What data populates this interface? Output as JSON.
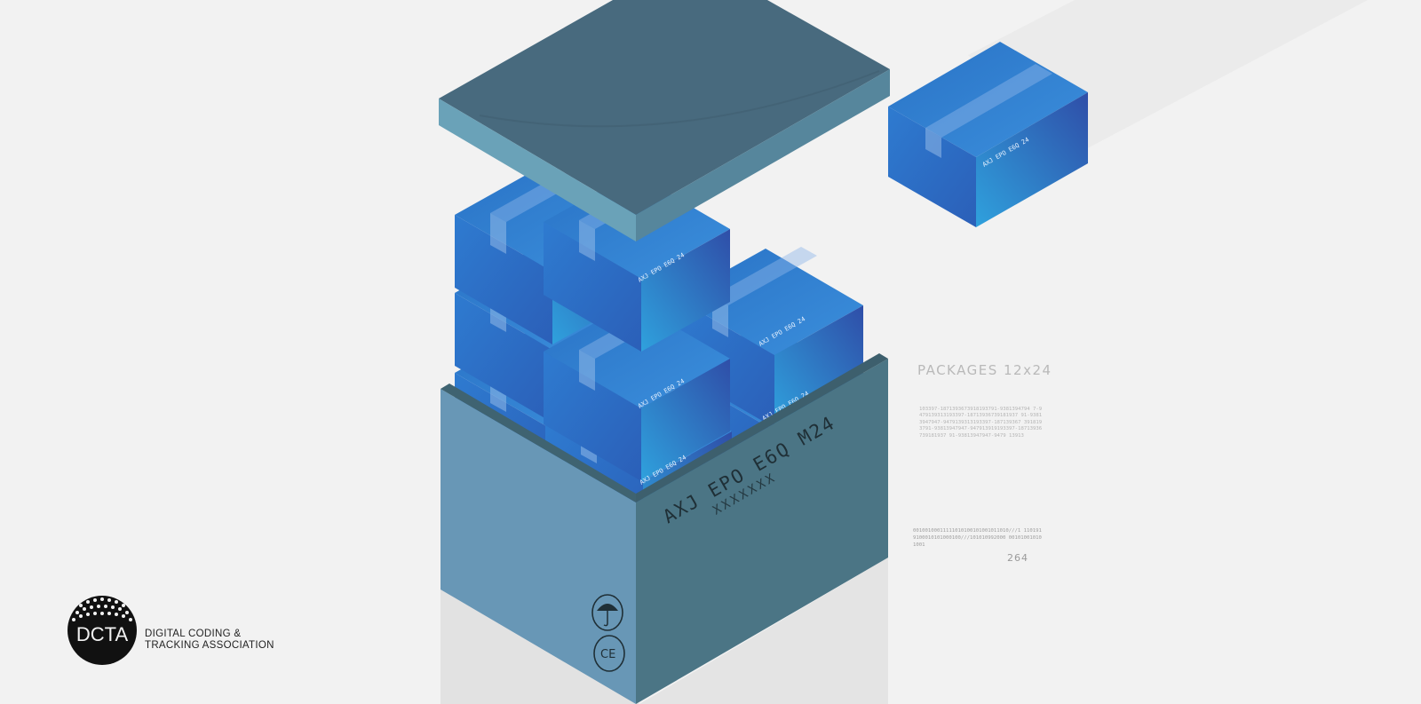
{
  "panel": {
    "title": "PACKAGES 12x24",
    "codes": "103397-1871393673918193791-9381394794 7-9479139313193397-18713936739181937 91-93813947947-9479139313193397-187139367 3918193791-93813947947-947913919193397-18713936739181937 91-93813947947-9479 13913",
    "binary": "00100100011111010100101001011010///1 1101919100010101000100///101010992000 001010010101001",
    "page_number": "264"
  },
  "box_print": {
    "small_label": "AXJ EPO E6Q 24",
    "big_label": "AXJ EPO E6Q M24",
    "code_marks": "XXXXXXX"
  },
  "logo": {
    "acronym": "DCTA",
    "line1": "DIGITAL CODING &",
    "line2": "TRACKING ASSOCIATION"
  },
  "colors": {
    "background": "#f2f2f2",
    "box_blue_light": "#2f9ad6",
    "box_blue_dark": "#3158b6",
    "crate_teal": "#6897b6",
    "crate_dark": "#4b7585",
    "lid": "#486a7e"
  },
  "icons": [
    "umbrella-icon",
    "ce-mark-icon"
  ]
}
